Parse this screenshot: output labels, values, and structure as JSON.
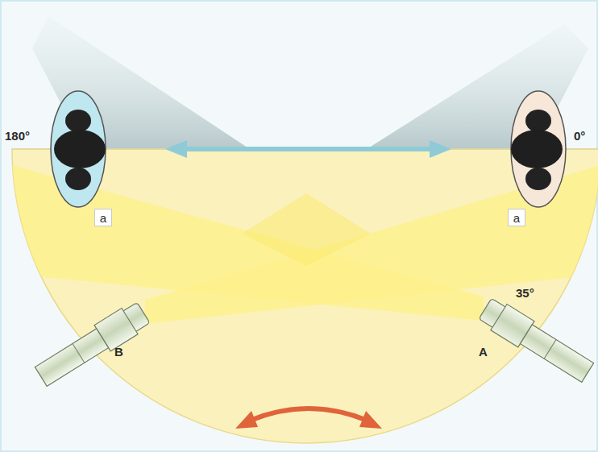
{
  "diagram": {
    "nodes": [
      {
        "text": [
          "a"
        ]
      },
      {
        "text": [
          "a"
        ]
      }
    ],
    "labels": [
      "180°",
      "0°",
      "35°",
      "B",
      "A"
    ]
  }
}
